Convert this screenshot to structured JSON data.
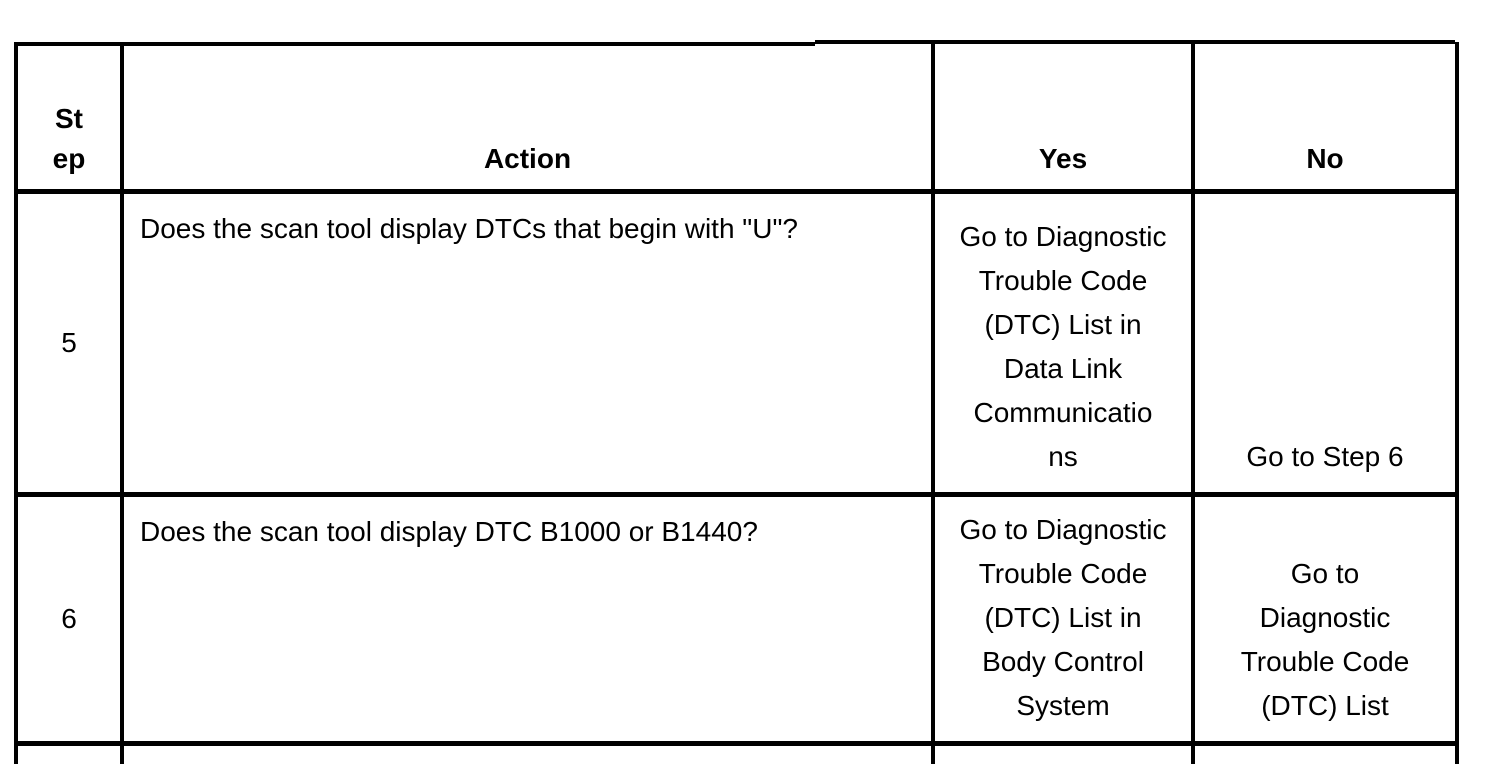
{
  "page": {
    "background": "#ffffff",
    "ink": "#000000"
  },
  "table": {
    "headers": {
      "step": "St\nep",
      "action": "Action",
      "yes": "Yes",
      "no": "No"
    },
    "rows": [
      {
        "step": "5",
        "action": "Does the scan tool display DTCs that begin with \"U\"?",
        "yes": "Go to Diagnostic\nTrouble Code\n(DTC) List in\nData Link\nCommunicatio\nns",
        "no": "Go to Step 6"
      },
      {
        "step": "6",
        "action": "Does the scan tool display DTC B1000 or B1440?",
        "yes": "Go to Diagnostic\nTrouble Code\n(DTC) List in\nBody Control\nSystem",
        "no": "Go to\nDiagnostic\nTrouble Code\n(DTC) List"
      }
    ]
  }
}
